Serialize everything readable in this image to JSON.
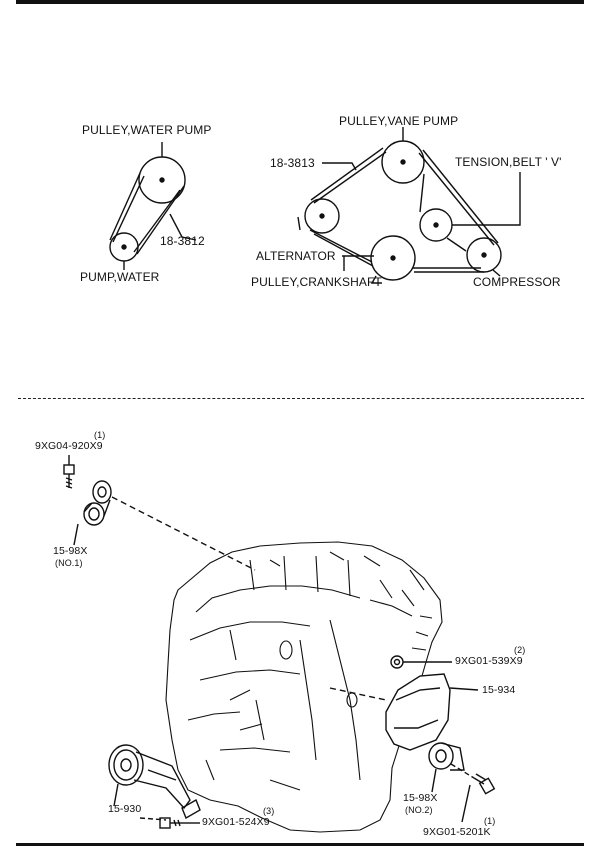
{
  "belt_diagram_left": {
    "water_pump_pulley": "PULLEY,WATER PUMP",
    "belt_part": "18-3812",
    "water_pump": "PUMP,WATER"
  },
  "belt_diagram_right": {
    "vane_pump_pulley": "PULLEY,VANE PUMP",
    "belt_part": "18-3813",
    "tension": "TENSION,BELT ' V'",
    "alternator": "ALTERNATOR",
    "crankshaft_pulley": "PULLEY,CRANKSHAFT",
    "compressor": "COMPRESSOR"
  },
  "exploded_view": {
    "bolt_upper_qty": "(1)",
    "bolt_upper": "9XG04-920X9",
    "idler_upper": "15-98X",
    "idler_upper_note": "(NO.1)",
    "nut_qty": "(2)",
    "nut": "9XG01-539X9",
    "bracket": "15-934",
    "tensioner": "15-930",
    "bolt_lower_qty": "(3)",
    "bolt_lower": "9XG01-524X9",
    "idler_lower": "15-98X",
    "idler_lower_note": "(NO.2)",
    "bolt_right_qty": "(1)",
    "bolt_right": "9XG01-5201K"
  }
}
